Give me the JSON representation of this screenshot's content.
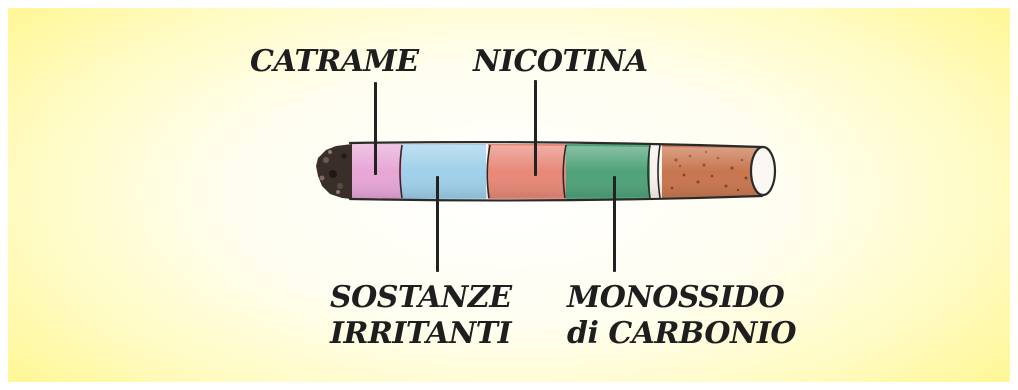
{
  "labels": {
    "catrame": "CATRAME",
    "nicotina": "NICOTINA",
    "sostanze_line1": "SOSTANZE",
    "sostanze_line2": "IRRITANTI",
    "monossido_line1": "MONOSSIDO",
    "monossido_line2": "di CARBONIO"
  },
  "colors": {
    "background_center": "#ffffff",
    "background_edge": "#fff79a",
    "ash": "#3a2e2a",
    "tar_band": "#e7a6d6",
    "irritants_band": "#9fd0ea",
    "nicotine_band": "#e88878",
    "carbon_monoxide_band": "#4fa27a",
    "filter": "#c8764e",
    "outline": "#2a2a2a"
  }
}
